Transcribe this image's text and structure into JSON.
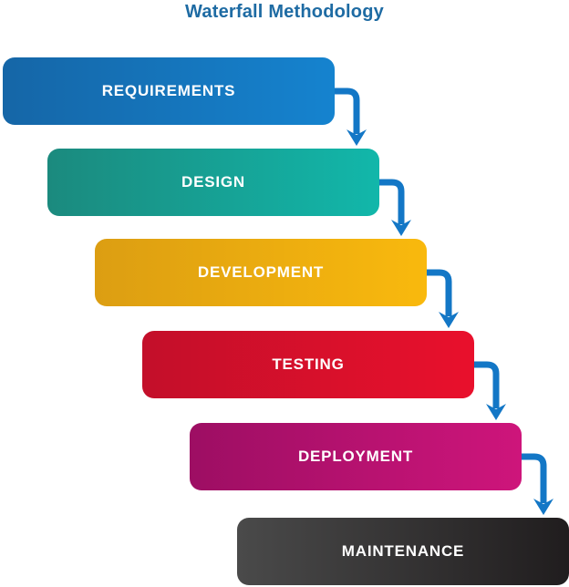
{
  "title": "Waterfall Methodology",
  "title_color": "#1e6ba3",
  "arrow_color": "#1377c6",
  "stages": [
    {
      "label": "REQUIREMENTS",
      "color_start": "#1566a7",
      "color_end": "#1583cf"
    },
    {
      "label": "DESIGN",
      "color_start": "#1b8a7e",
      "color_end": "#12b7aa"
    },
    {
      "label": "DEVELOPMENT",
      "color_start": "#dc9e12",
      "color_end": "#f9b90d"
    },
    {
      "label": "TESTING",
      "color_start": "#c30f2a",
      "color_end": "#e9102c"
    },
    {
      "label": "DEPLOYMENT",
      "color_start": "#9d0e63",
      "color_end": "#ce157b"
    },
    {
      "label": "MAINTENANCE",
      "color_start": "#4a4a4a",
      "color_end": "#201d1e"
    }
  ]
}
